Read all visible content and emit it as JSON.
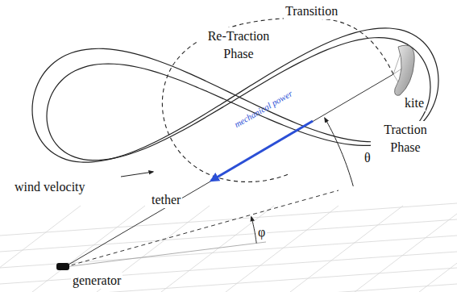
{
  "diagram": {
    "labels": [
      "Transition",
      "Re-Traction Phase",
      "kite",
      "mechanical power",
      "Traction Phase",
      "wind velocity",
      "tether",
      "θ",
      "φ",
      "generator"
    ]
  }
}
